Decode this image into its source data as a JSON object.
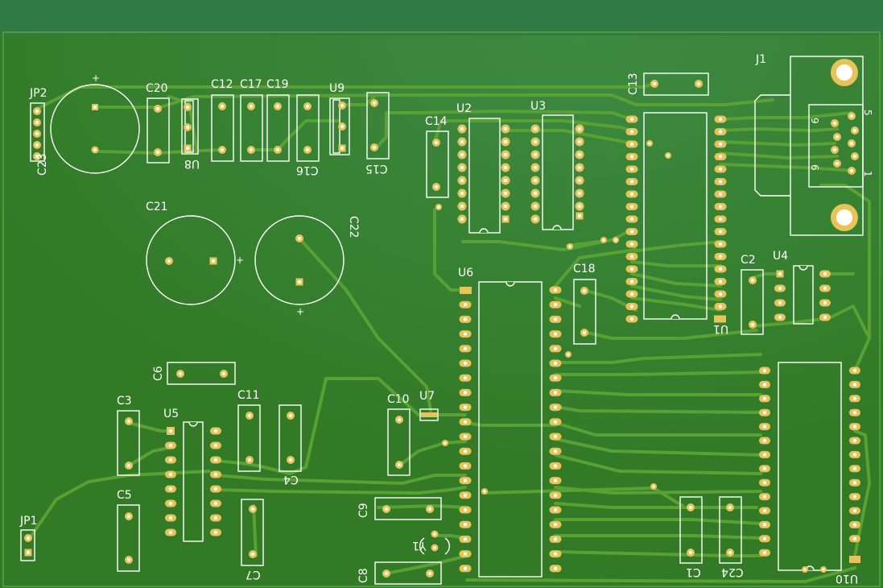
{
  "board": {
    "background": "#3a8a2c",
    "copper_color": "#5aa236",
    "pad_color": "#e7c45a",
    "silk_color": "#ffffff"
  },
  "labels": {
    "JP2": "JP2",
    "C23": "C23",
    "C20": "C20",
    "U8": "U8",
    "C12": "C12",
    "C17": "C17",
    "C19": "C19",
    "C16": "C16",
    "U9": "U9",
    "C15": "C15",
    "C21": "C21",
    "C22": "C22",
    "C13": "C13",
    "J1": "J1",
    "J1_pin9": "9",
    "J1_pin5": "5",
    "J1_pin6": "6",
    "J1_pin1": "1",
    "C14": "C14",
    "U2": "U2",
    "U3": "U3",
    "U1": "U1",
    "C18": "C18",
    "U6": "U6",
    "C2": "C2",
    "U4": "U4",
    "C6": "C6",
    "C3": "C3",
    "U5": "U5",
    "C11": "C11",
    "C4": "C4",
    "C10": "C10",
    "U7": "U7",
    "C5": "C5",
    "C7": "C7",
    "C9": "C9",
    "Y1": "Y1",
    "C8": "C8",
    "JP1": "JP1",
    "C1": "C1",
    "C24": "C24",
    "U10": "U10",
    "plus_c21": "+",
    "plus_c22": "+",
    "plus_c23": "+"
  }
}
